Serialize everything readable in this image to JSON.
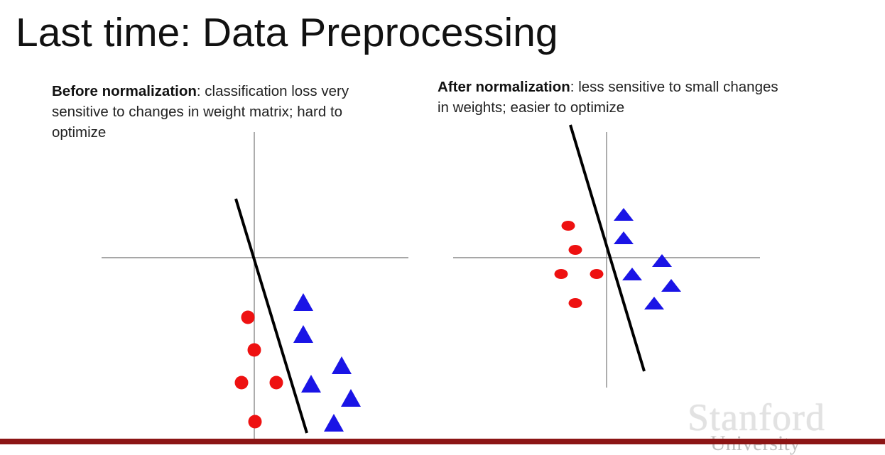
{
  "slide": {
    "title": "Last time: Data Preprocessing",
    "before": {
      "heading": "Before normalization",
      "text": ": classification loss very sensitive to changes in weight matrix; hard to optimize"
    },
    "after": {
      "heading": "After normalization",
      "text": ": less sensitive to small changes in weights; easier to optimize"
    },
    "logo": "Stanford",
    "logo_sub": "University"
  },
  "colors": {
    "accent_bar": "#8c1515",
    "circle": "#ee1111",
    "triangle": "#1a14e6",
    "axis": "#8a8a8a",
    "boundary": "#000000"
  },
  "legend_icons": {
    "class_a": "red-circle-icon",
    "class_b": "blue-triangle-icon"
  }
}
